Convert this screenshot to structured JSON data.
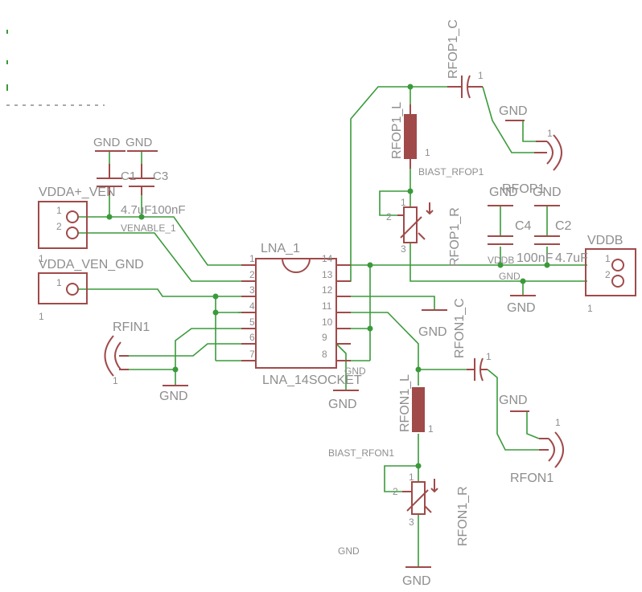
{
  "colors": {
    "wire": "#3a9a3a",
    "part": "#a04a4a",
    "text": "#8e8e8e",
    "background": "#ffffff"
  },
  "labels": {
    "gnd": "GND",
    "c1": "C1",
    "c3": "C3",
    "c1_val": "4.7uF",
    "c3_val": "100nF",
    "vdda_ven": "VDDA+_VEN",
    "venable": "VENABLE_1",
    "vdda_ven_gnd": "VDDA_VEN_GND",
    "rfin1": "RFIN1",
    "lna": "LNA_1",
    "lna_pkg": "LNA_14SOCKET",
    "rfop1_c": "RFOP1_C",
    "rfop1_l": "RFOP1_L",
    "rfop1_r": "RFOP1_R",
    "rfop1": "RFOP1",
    "biast_rfop1": "BIAST_RFOP1",
    "c4": "C4",
    "c2": "C2",
    "c4_val": "100nF",
    "c2_val": "4.7uF",
    "vddb": "VDDB",
    "vddb_net": "VDDB",
    "rfon1_c": "RFON1_C",
    "rfon1_l": "RFON1_L",
    "rfon1_r": "RFON1_R",
    "rfon1": "RFON1",
    "biast_rfon1": "BIAST_RFON1"
  },
  "pins": {
    "one": "1",
    "two": "2",
    "three": "3",
    "four": "4",
    "five": "5",
    "six": "6",
    "seven": "7",
    "eight": "8",
    "nine": "9",
    "ten": "10",
    "eleven": "11",
    "twelve": "12",
    "thirteen": "13",
    "fourteen": "14"
  }
}
